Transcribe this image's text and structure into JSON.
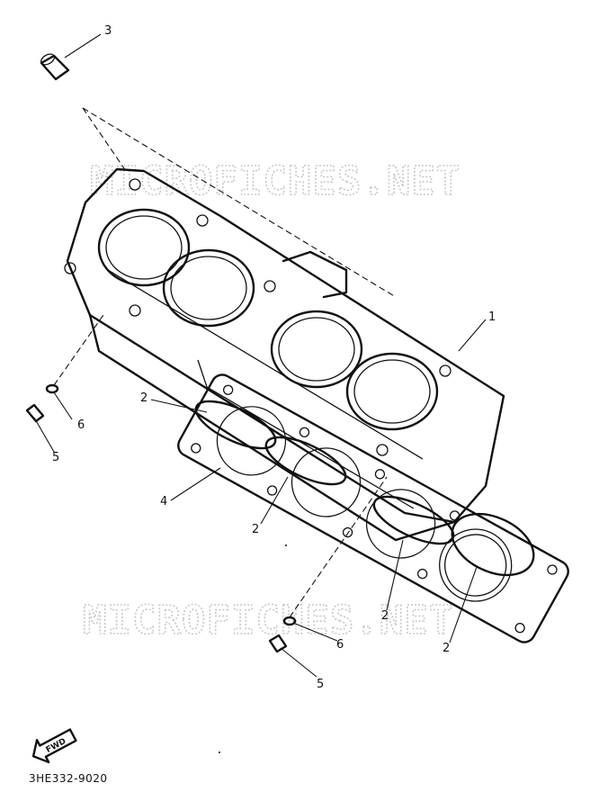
{
  "watermark": "MICROFICHES.NET",
  "callouts": [
    {
      "id": "c3",
      "label": "3"
    },
    {
      "id": "c1",
      "label": "1"
    },
    {
      "id": "c2a",
      "label": "2"
    },
    {
      "id": "c4",
      "label": "4"
    },
    {
      "id": "c2b",
      "label": "2"
    },
    {
      "id": "c6a",
      "label": "6"
    },
    {
      "id": "c5a",
      "label": "5"
    },
    {
      "id": "c2c",
      "label": "2"
    },
    {
      "id": "c2d",
      "label": "2"
    },
    {
      "id": "c6b",
      "label": "6"
    },
    {
      "id": "c5b",
      "label": "5"
    }
  ],
  "fwd_arrow": "FWD",
  "part_code": "3HE332-9020"
}
